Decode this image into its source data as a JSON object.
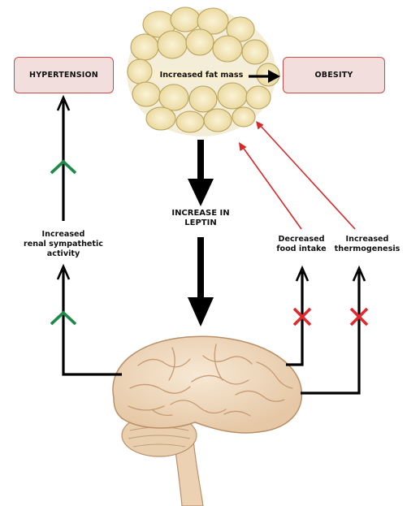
{
  "boxes": {
    "hypertension": "HYPERTENSION",
    "obesity": "OBESITY"
  },
  "labels": {
    "fat_mass": "Increased fat mass",
    "leptin_line1": "INCREASE IN",
    "leptin_line2": "LEPTIN",
    "sympathetic_line1": "Increased",
    "sympathetic_line2": "renal sympathetic",
    "sympathetic_line3": "activity",
    "food_line1": "Decreased",
    "food_line2": "food intake",
    "thermo_line1": "Increased",
    "thermo_line2": "thermogenesis"
  },
  "colors": {
    "box_fill": "#f3dede",
    "box_border": "#c94b4b",
    "arrow_black": "#000000",
    "arrow_red": "#d42a2a",
    "increase_marker": "#1e8a4a",
    "block_marker": "#e0282e",
    "fat_cell": "#f3e6b3",
    "brain": "#f1dcc3"
  },
  "markers": {
    "increase_icon": "green-chevron-up",
    "block_icon": "red-x"
  }
}
